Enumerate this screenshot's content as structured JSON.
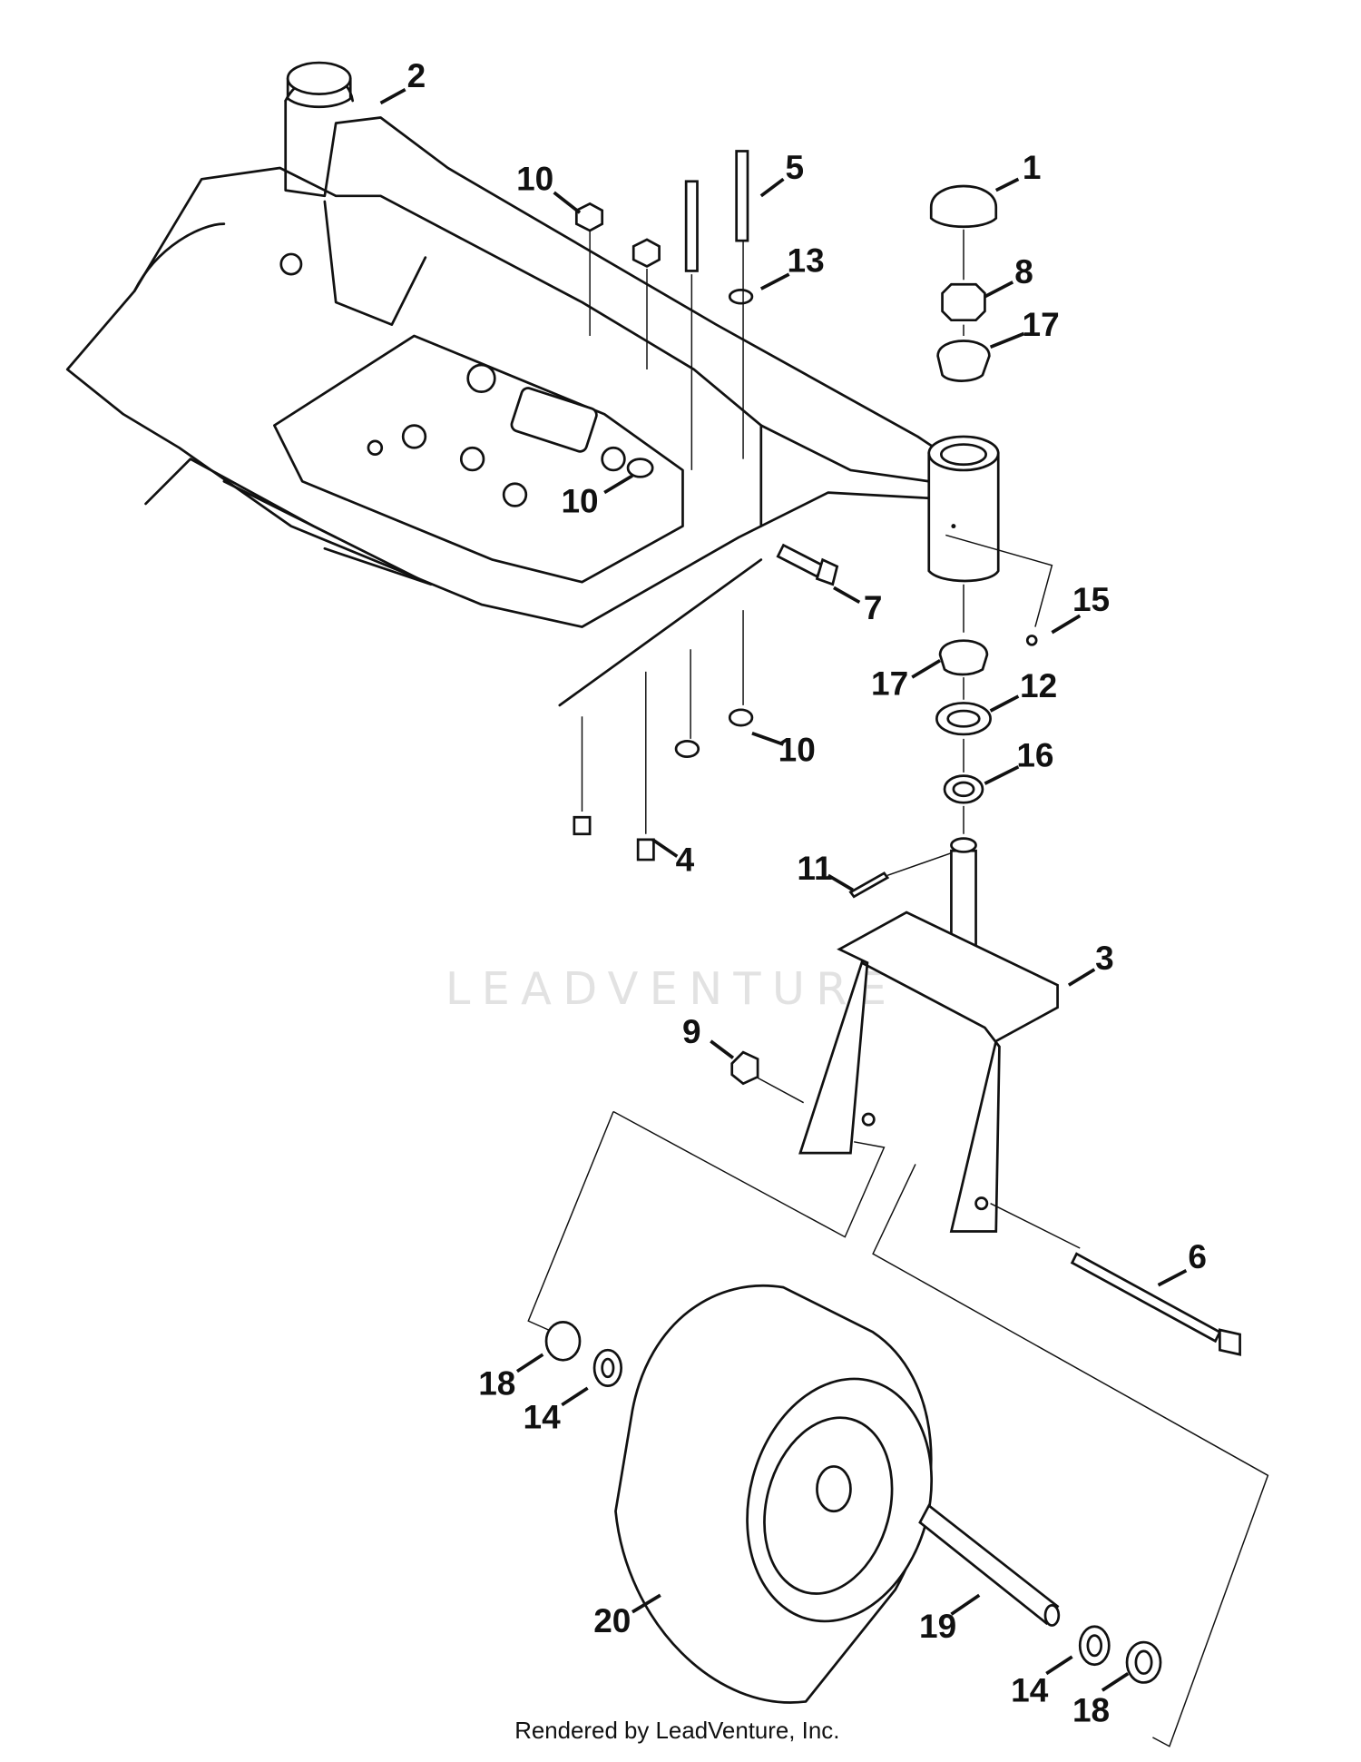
{
  "watermark": "LEADVENTURE",
  "footer": "Rendered by LeadVenture, Inc.",
  "callouts": [
    "2",
    "10",
    "5",
    "1",
    "13",
    "8",
    "17",
    "10",
    "7",
    "15",
    "17",
    "12",
    "10",
    "16",
    "4",
    "11",
    "3",
    "9",
    "6",
    "18",
    "14",
    "20",
    "19",
    "14",
    "18"
  ]
}
